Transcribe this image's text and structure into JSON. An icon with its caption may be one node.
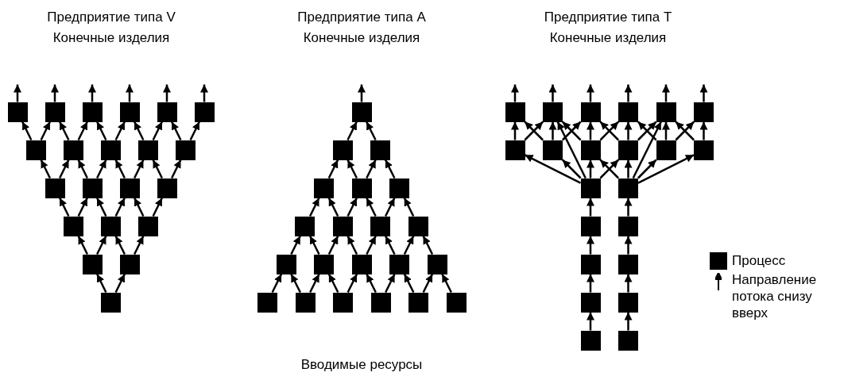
{
  "diagram": {
    "nodes": [
      {
        "text": [],
        "shape": "box"
      },
      {
        "text": [],
        "shape": "box"
      },
      {
        "text": [],
        "shape": "box"
      },
      {
        "text": [],
        "shape": "box"
      },
      {
        "text": [],
        "shape": "box"
      },
      {
        "text": [],
        "shape": "box"
      },
      {
        "text": [],
        "shape": "box"
      },
      {
        "text": [],
        "shape": "box"
      },
      {
        "text": [],
        "shape": "box"
      },
      {
        "text": [],
        "shape": "box"
      },
      {
        "text": [],
        "shape": "box"
      },
      {
        "text": [],
        "shape": "box"
      },
      {
        "text": [],
        "shape": "box"
      },
      {
        "text": [],
        "shape": "box"
      },
      {
        "text": [],
        "shape": "box"
      },
      {
        "text": [],
        "shape": "box"
      },
      {
        "text": [],
        "shape": "box"
      },
      {
        "text": [],
        "shape": "box"
      },
      {
        "text": [],
        "shape": "box"
      },
      {
        "text": [],
        "shape": "box"
      },
      {
        "text": [],
        "shape": "box"
      },
      {
        "text": [],
        "shape": "box"
      },
      {
        "text": [],
        "shape": "box"
      },
      {
        "text": [],
        "shape": "box"
      },
      {
        "text": [],
        "shape": "box"
      },
      {
        "text": [],
        "shape": "box"
      },
      {
        "text": [],
        "shape": "box"
      },
      {
        "text": [],
        "shape": "box"
      },
      {
        "text": [],
        "shape": "box"
      },
      {
        "text": [],
        "shape": "box"
      },
      {
        "text": [],
        "shape": "box"
      },
      {
        "text": [],
        "shape": "box"
      },
      {
        "text": [],
        "shape": "box"
      },
      {
        "text": [],
        "shape": "box"
      },
      {
        "text": [],
        "shape": "box"
      },
      {
        "text": [],
        "shape": "box"
      },
      {
        "text": [],
        "shape": "box"
      },
      {
        "text": [],
        "shape": "box"
      },
      {
        "text": [],
        "shape": "box"
      },
      {
        "text": [],
        "shape": "box"
      },
      {
        "text": [],
        "shape": "box"
      },
      {
        "text": [],
        "shape": "box"
      },
      {
        "text": [],
        "shape": "box"
      },
      {
        "text": [],
        "shape": "box"
      },
      {
        "text": [],
        "shape": "box"
      },
      {
        "text": [],
        "shape": "box"
      },
      {
        "text": [],
        "shape": "box"
      },
      {
        "text": [],
        "shape": "box"
      },
      {
        "text": [],
        "shape": "box"
      },
      {
        "text": [],
        "shape": "box"
      },
      {
        "text": [],
        "shape": "box"
      },
      {
        "text": [],
        "shape": "box"
      },
      {
        "text": [],
        "shape": "box"
      },
      {
        "text": [],
        "shape": "box"
      },
      {
        "text": [],
        "shape": "box"
      },
      {
        "text": [],
        "shape": "box"
      },
      {
        "text": [],
        "shape": "box"
      },
      {
        "text": [],
        "shape": "box"
      },
      {
        "text": [],
        "shape": "box"
      },
      {
        "text": [],
        "shape": "box"
      },
      {
        "text": [],
        "shape": "box"
      },
      {
        "text": [],
        "shape": "box"
      },
      {
        "text": [],
        "shape": "box"
      },
      {
        "text": [],
        "shape": "box"
      }
    ],
    "edges": [
      {
        "from": 0,
        "to": null,
        "arrow": "to"
      },
      {
        "from": 1,
        "to": null,
        "arrow": "to"
      },
      {
        "from": 2,
        "to": null,
        "arrow": "to"
      },
      {
        "from": 3,
        "to": null,
        "arrow": "to"
      },
      {
        "from": 4,
        "to": null,
        "arrow": "to"
      },
      {
        "from": 5,
        "to": null,
        "arrow": "to"
      },
      {
        "from": 6,
        "to": 0,
        "arrow": "to"
      },
      {
        "from": 6,
        "to": 1,
        "arrow": "to"
      },
      {
        "from": 7,
        "to": 1,
        "arrow": "to"
      },
      {
        "from": 7,
        "to": 2,
        "arrow": "to"
      },
      {
        "from": 8,
        "to": 2,
        "arrow": "to"
      },
      {
        "from": 8,
        "to": 3,
        "arrow": "to"
      },
      {
        "from": 9,
        "to": 3,
        "arrow": "to"
      },
      {
        "from": 9,
        "to": 4,
        "arrow": "to"
      },
      {
        "from": 10,
        "to": 4,
        "arrow": "to"
      },
      {
        "from": 10,
        "to": 5,
        "arrow": "to"
      },
      {
        "from": 11,
        "to": 6,
        "arrow": "to"
      },
      {
        "from": 11,
        "to": 7,
        "arrow": "to"
      },
      {
        "from": 12,
        "to": 7,
        "arrow": "to"
      },
      {
        "from": 12,
        "to": 8,
        "arrow": "to"
      },
      {
        "from": 13,
        "to": 8,
        "arrow": "to"
      },
      {
        "from": 13,
        "to": 9,
        "arrow": "to"
      },
      {
        "from": 14,
        "to": 9,
        "arrow": "to"
      },
      {
        "from": 14,
        "to": 10,
        "arrow": "to"
      },
      {
        "from": 15,
        "to": 11,
        "arrow": "to"
      },
      {
        "from": 15,
        "to": 12,
        "arrow": "to"
      },
      {
        "from": 16,
        "to": 12,
        "arrow": "to"
      },
      {
        "from": 16,
        "to": 13,
        "arrow": "to"
      },
      {
        "from": 17,
        "to": 13,
        "arrow": "to"
      },
      {
        "from": 17,
        "to": 14,
        "arrow": "to"
      },
      {
        "from": 18,
        "to": 15,
        "arrow": "to"
      },
      {
        "from": 18,
        "to": 16,
        "arrow": "to"
      },
      {
        "from": 19,
        "to": 16,
        "arrow": "to"
      },
      {
        "from": 19,
        "to": 17,
        "arrow": "to"
      },
      {
        "from": 20,
        "to": 18,
        "arrow": "to"
      },
      {
        "from": 20,
        "to": 19,
        "arrow": "to"
      },
      {
        "from": 21,
        "to": null,
        "arrow": "to"
      },
      {
        "from": 22,
        "to": 21,
        "arrow": "to"
      },
      {
        "from": 23,
        "to": 21,
        "arrow": "to"
      },
      {
        "from": 24,
        "to": 22,
        "arrow": "to"
      },
      {
        "from": 25,
        "to": 22,
        "arrow": "to"
      },
      {
        "from": 25,
        "to": 23,
        "arrow": "to"
      },
      {
        "from": 26,
        "to": 23,
        "arrow": "to"
      },
      {
        "from": 27,
        "to": 24,
        "arrow": "to"
      },
      {
        "from": 28,
        "to": 24,
        "arrow": "to"
      },
      {
        "from": 28,
        "to": 25,
        "arrow": "to"
      },
      {
        "from": 29,
        "to": 25,
        "arrow": "to"
      },
      {
        "from": 29,
        "to": 26,
        "arrow": "to"
      },
      {
        "from": 30,
        "to": 26,
        "arrow": "to"
      },
      {
        "from": 31,
        "to": 27,
        "arrow": "to"
      },
      {
        "from": 32,
        "to": 27,
        "arrow": "to"
      },
      {
        "from": 32,
        "to": 28,
        "arrow": "to"
      },
      {
        "from": 33,
        "to": 28,
        "arrow": "to"
      },
      {
        "from": 33,
        "to": 29,
        "arrow": "to"
      },
      {
        "from": 34,
        "to": 29,
        "arrow": "to"
      },
      {
        "from": 34,
        "to": 30,
        "arrow": "to"
      },
      {
        "from": 35,
        "to": 30,
        "arrow": "to"
      },
      {
        "from": 36,
        "to": 31,
        "arrow": "to"
      },
      {
        "from": 37,
        "to": 31,
        "arrow": "to"
      },
      {
        "from": 37,
        "to": 32,
        "arrow": "to"
      },
      {
        "from": 38,
        "to": 32,
        "arrow": "to"
      },
      {
        "from": 38,
        "to": 33,
        "arrow": "to"
      },
      {
        "from": 39,
        "to": 33,
        "arrow": "to"
      },
      {
        "from": 39,
        "to": 34,
        "arrow": "to"
      },
      {
        "from": 40,
        "to": 34,
        "arrow": "to"
      },
      {
        "from": 40,
        "to": 35,
        "arrow": "to"
      },
      {
        "from": 41,
        "to": 35,
        "arrow": "to"
      },
      {
        "from": 42,
        "to": null,
        "arrow": "to"
      },
      {
        "from": 43,
        "to": null,
        "arrow": "to"
      },
      {
        "from": 44,
        "to": null,
        "arrow": "to"
      },
      {
        "from": 45,
        "to": null,
        "arrow": "to"
      },
      {
        "from": 46,
        "to": null,
        "arrow": "to"
      },
      {
        "from": 47,
        "to": null,
        "arrow": "to"
      },
      {
        "from": 48,
        "to": 42,
        "arrow": "to"
      },
      {
        "from": 48,
        "to": 43,
        "arrow": "to"
      },
      {
        "from": 49,
        "to": 42,
        "arrow": "to"
      },
      {
        "from": 49,
        "to": 43,
        "arrow": "to"
      },
      {
        "from": 49,
        "to": 44,
        "arrow": "to"
      },
      {
        "from": 50,
        "to": 43,
        "arrow": "to"
      },
      {
        "from": 50,
        "to": 44,
        "arrow": "to"
      },
      {
        "from": 50,
        "to": 45,
        "arrow": "to"
      },
      {
        "from": 51,
        "to": 44,
        "arrow": "to"
      },
      {
        "from": 51,
        "to": 45,
        "arrow": "to"
      },
      {
        "from": 51,
        "to": 46,
        "arrow": "to"
      },
      {
        "from": 52,
        "to": 45,
        "arrow": "to"
      },
      {
        "from": 52,
        "to": 46,
        "arrow": "to"
      },
      {
        "from": 52,
        "to": 47,
        "arrow": "to"
      },
      {
        "from": 53,
        "to": 46,
        "arrow": "to"
      },
      {
        "from": 53,
        "to": 47,
        "arrow": "to"
      },
      {
        "from": 54,
        "to": 48,
        "arrow": "to"
      },
      {
        "from": 54,
        "to": 49,
        "arrow": "to"
      },
      {
        "from": 54,
        "to": 50,
        "arrow": "to"
      },
      {
        "from": 54,
        "to": 51,
        "arrow": "to"
      },
      {
        "from": 54,
        "to": 43,
        "arrow": "to"
      },
      {
        "from": 55,
        "to": 50,
        "arrow": "to"
      },
      {
        "from": 55,
        "to": 51,
        "arrow": "to"
      },
      {
        "from": 55,
        "to": 52,
        "arrow": "to"
      },
      {
        "from": 55,
        "to": 53,
        "arrow": "to"
      },
      {
        "from": 55,
        "to": 46,
        "arrow": "to"
      },
      {
        "from": 56,
        "to": 54,
        "arrow": "to"
      },
      {
        "from": 57,
        "to": 55,
        "arrow": "to"
      },
      {
        "from": 58,
        "to": 56,
        "arrow": "to"
      },
      {
        "from": 59,
        "to": 57,
        "arrow": "to"
      },
      {
        "from": 60,
        "to": 58,
        "arrow": "to"
      },
      {
        "from": 61,
        "to": 59,
        "arrow": "to"
      },
      {
        "from": 62,
        "to": 60,
        "arrow": "to"
      },
      {
        "from": 63,
        "to": 61,
        "arrow": "to"
      }
    ],
    "labels": [
      "Предприятие типа V",
      "Конечные изделия",
      "Предприятие типа A",
      "Конечные изделия",
      "Предприятие типа T",
      "Конечные изделия",
      "Вводимые ресурсы"
    ],
    "legend": [
      {
        "text": "Процесс",
        "color": "#000000"
      },
      {
        "text": "Направление потока снизу вверх"
      }
    ]
  }
}
